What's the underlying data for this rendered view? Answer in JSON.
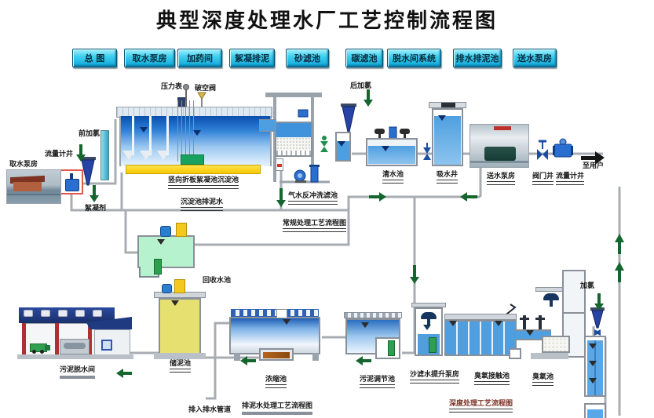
{
  "title": "典型深度处理水厂工艺控制流程图",
  "nav": {
    "buttons": [
      {
        "label": "总 图"
      },
      {
        "label": "取水泵房"
      },
      {
        "label": "加药间"
      },
      {
        "label": "絮凝排泥"
      },
      {
        "label": "砂滤池"
      },
      {
        "label": "碳滤池"
      },
      {
        "label": "脱水间系统"
      },
      {
        "label": "排水排泥池"
      },
      {
        "label": "送水泵房"
      }
    ]
  },
  "labels": {
    "pressure_gauge": "压力表",
    "vacuum_valve": "破空阀",
    "pre_chlorine": "前加氯",
    "flow_meter_well_intake": "流量计井",
    "intake_pump_house": "取水泵房",
    "flocculant": "絮凝剂",
    "sedimentation_tank": "竖向折板絮凝池沉淀池",
    "sediment_drain": "沉淀池排泥水",
    "backwash_filter": "气水反冲洗滤池",
    "conventional_process": "常规处理工艺流程图",
    "post_chlorine": "后加氯",
    "clear_water_tank": "清水池",
    "suction_well": "吸水井",
    "delivery_pump_house": "送水泵房",
    "valve_well": "阀门井",
    "flow_meter_well_out": "流量计井",
    "to_users": "至用户",
    "recycle_tank": "回收水池",
    "sludge_storage": "储泥池",
    "sludge_dewatering": "污泥脱水间",
    "to_drainage": "排入排水管道",
    "thickener": "浓缩池",
    "sludge_regulating": "污泥调节池",
    "sludge_process": "排泥水处理工艺流程图",
    "sand_lift_pump": "沙滤水提升泵房",
    "ozone_contact": "臭氧接触池",
    "ozone_tank": "臭氧池",
    "advanced_process": "深度处理工艺流程图",
    "chlorine_add": "加氯"
  },
  "icons": {
    "water_level_marker": "▼",
    "flow_direction_arrow": "➤"
  },
  "colors": {
    "button_fill": "#2fc1e8",
    "pipe_gray": "#a8adb3",
    "water_blue": "#4f9fe0",
    "arrow_green": "#15662e",
    "sludge_yellow": "#e5e070",
    "settler_yellow": "#ffd400",
    "recycle_green": "#b7f2cf"
  }
}
